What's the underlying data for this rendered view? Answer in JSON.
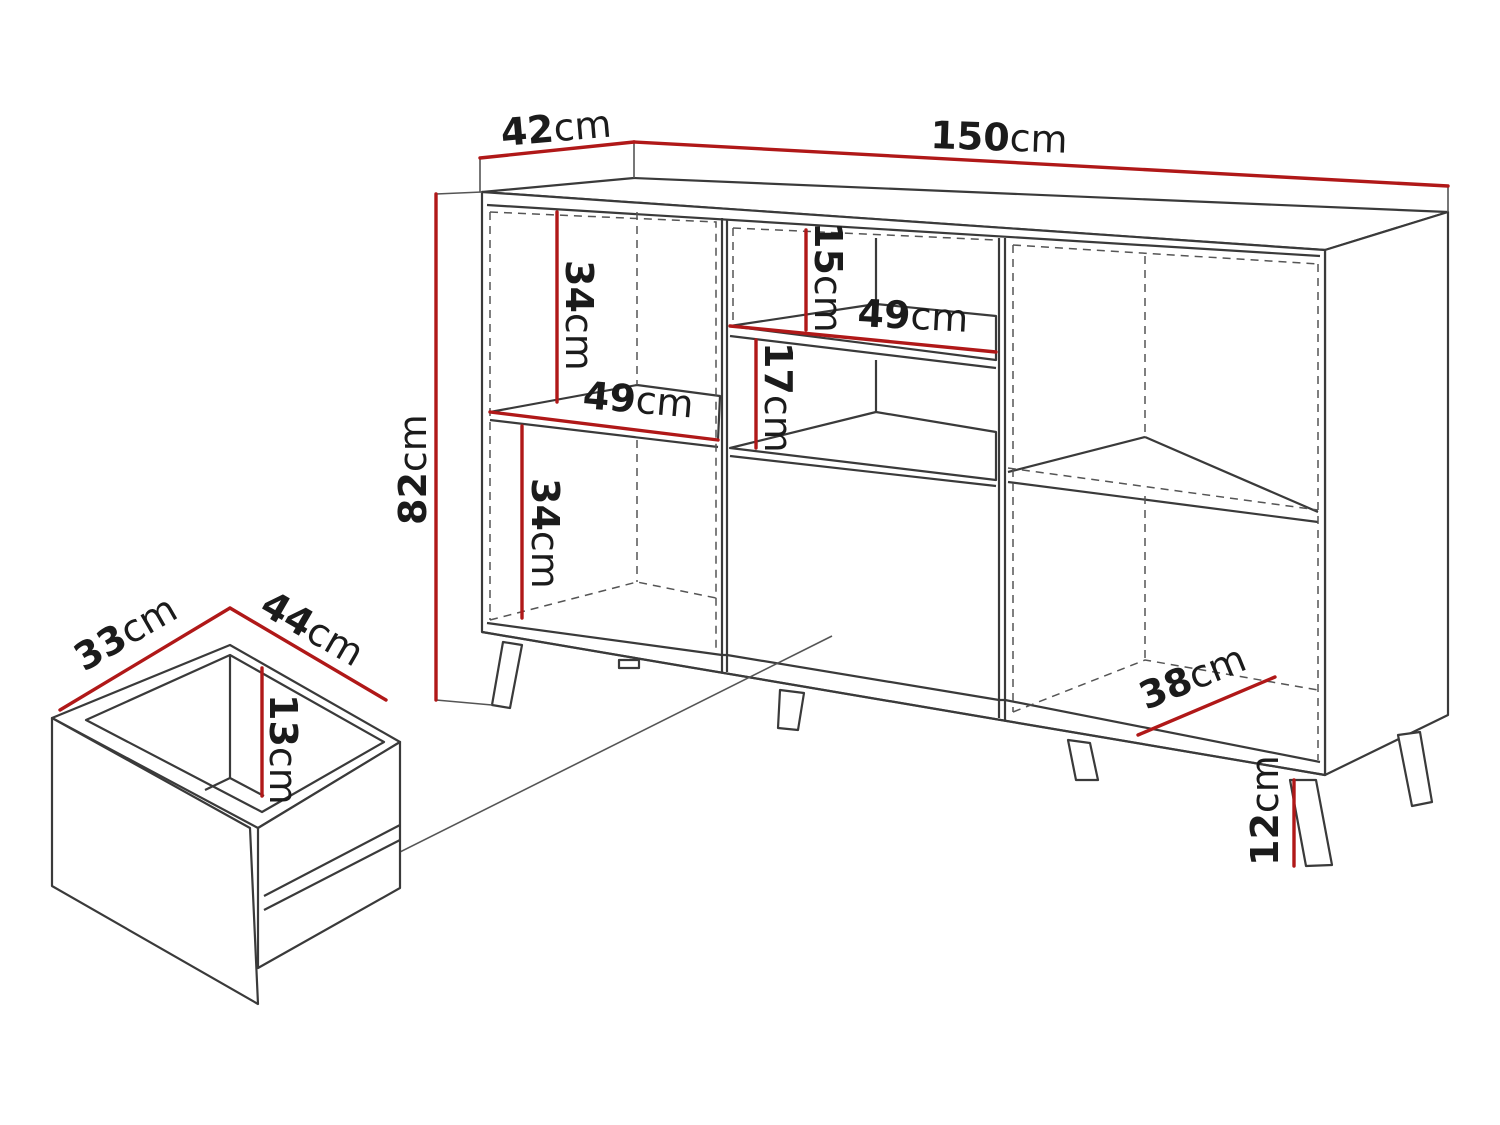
{
  "unit": "cm",
  "dimensions": {
    "cabinet_depth": "42",
    "cabinet_width": "150",
    "cabinet_height": "82",
    "left_upper_shelf_height": "34",
    "left_lower_shelf_height": "34",
    "left_shelf_width": "49",
    "middle_top_gap_height": "15",
    "middle_shelf_width": "49",
    "middle_lower_gap_height": "17",
    "right_shelf_depth": "38",
    "leg_height": "12",
    "drawer_depth": "44",
    "drawer_width": "33",
    "drawer_inner_height": "13"
  }
}
